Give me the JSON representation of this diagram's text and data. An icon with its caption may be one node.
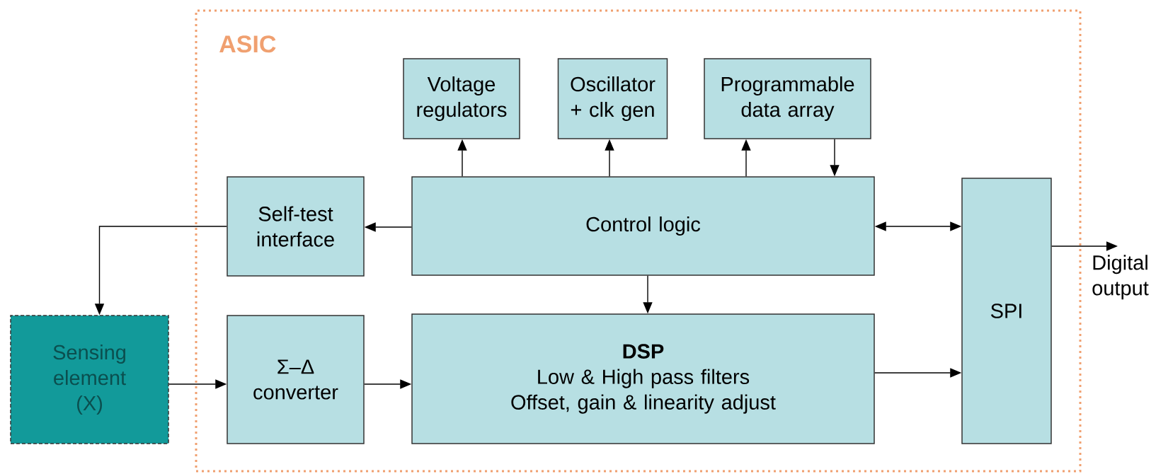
{
  "diagram": {
    "nodes": [
      {
        "text": [
          "ASIC"
        ]
      },
      {
        "text": [
          "Voltage regulators"
        ],
        "in": 0
      },
      {
        "text": [
          "Oscillator + clk gen"
        ],
        "in": 0
      },
      {
        "text": [
          "Programmable data array"
        ],
        "in": 0
      },
      {
        "text": [
          "Self-test interface"
        ],
        "in": 0
      },
      {
        "text": [
          "Control logic"
        ],
        "in": 0
      },
      {
        "text": [
          "SPI"
        ],
        "in": 0
      },
      {
        "text": [
          "Digital output"
        ]
      },
      {
        "text": [
          "Sensing element (X)"
        ]
      },
      {
        "text": [
          "Σ–Δ converter"
        ],
        "in": 0
      },
      {
        "text": [
          "DSP",
          "Low & High pass filters",
          "Offset, gain & linearity adjust"
        ],
        "in": 0
      }
    ],
    "edges": [
      {
        "from": 5,
        "to": 1,
        "arrow": "to"
      },
      {
        "from": 5,
        "to": 2,
        "arrow": "to"
      },
      {
        "from": 5,
        "to": 3,
        "arrow": "to"
      },
      {
        "from": 3,
        "to": 5,
        "arrow": "to"
      },
      {
        "from": 5,
        "to": 4,
        "arrow": "to"
      },
      {
        "from": 5,
        "to": 6,
        "arrow": "both"
      },
      {
        "from": 4,
        "to": 8,
        "arrow": "to"
      },
      {
        "from": 5,
        "to": 10,
        "arrow": "to"
      },
      {
        "from": 8,
        "to": 9,
        "arrow": "to"
      },
      {
        "from": 9,
        "to": 10,
        "arrow": "to"
      },
      {
        "from": 10,
        "to": 6,
        "arrow": "to"
      },
      {
        "from": 6,
        "to": 7,
        "arrow": "to"
      }
    ]
  }
}
